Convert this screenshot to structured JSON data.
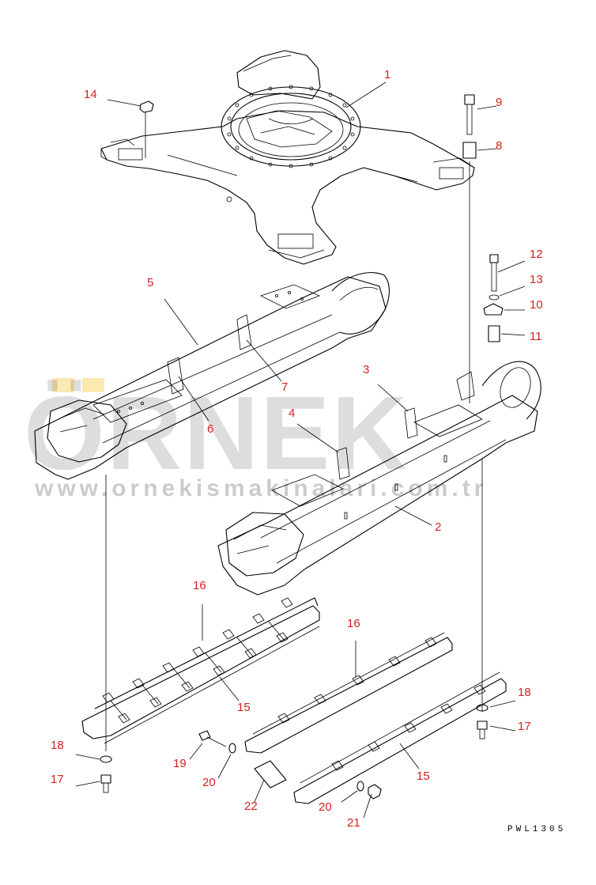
{
  "watermark": {
    "name": "ÖRNEK",
    "website": "www.ornekismakinalari.com.tr",
    "accent_color": "#f0c020"
  },
  "drawing_code": "PWL1305",
  "callout_color": "#d42020",
  "callouts": [
    "1",
    "2",
    "3",
    "4",
    "5",
    "6",
    "7",
    "8",
    "9",
    "10",
    "11",
    "12",
    "13",
    "14",
    "15",
    "15",
    "16",
    "16",
    "17",
    "17",
    "18",
    "18",
    "19",
    "20",
    "20",
    "21",
    "22"
  ]
}
